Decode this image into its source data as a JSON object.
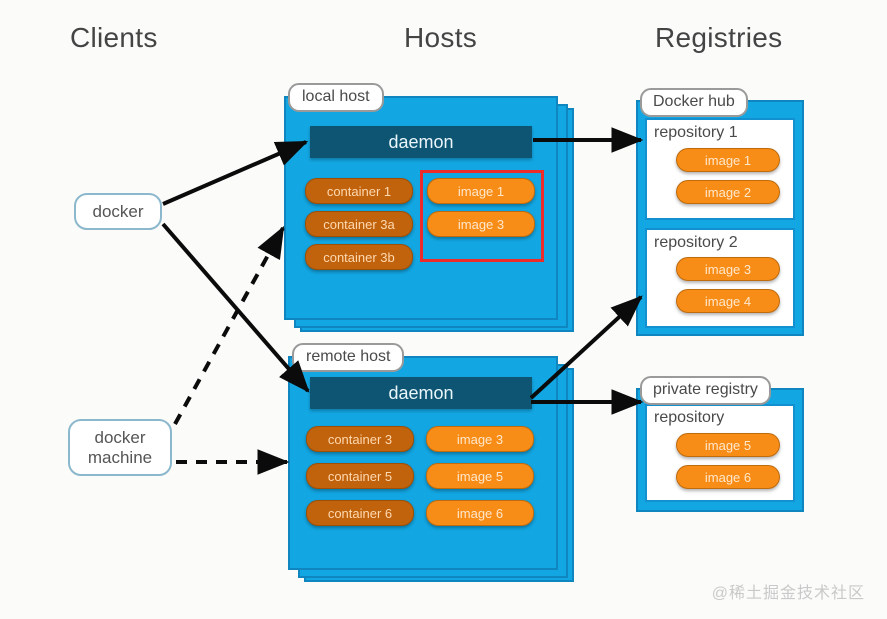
{
  "columns": {
    "clients": "Clients",
    "hosts": "Hosts",
    "registries": "Registries"
  },
  "clients": {
    "docker": "docker",
    "docker_machine_line1": "docker",
    "docker_machine_line2": "machine"
  },
  "hosts": [
    {
      "label": "local host",
      "daemon": "daemon",
      "containers": [
        "container 1",
        "container 3a",
        "container 3b"
      ],
      "images": [
        "image 1",
        "image 3"
      ],
      "highlighted_images": true
    },
    {
      "label": "remote host",
      "daemon": "daemon",
      "containers": [
        "container 3",
        "container 5",
        "container 6"
      ],
      "images": [
        "image 3",
        "image 5",
        "image 6"
      ],
      "highlighted_images": false
    }
  ],
  "registries": [
    {
      "label": "Docker hub",
      "repositories": [
        {
          "title": "repository 1",
          "images": [
            "image 1",
            "image 2"
          ]
        },
        {
          "title": "repository 2",
          "images": [
            "image 3",
            "image 4"
          ]
        }
      ]
    },
    {
      "label": "private registry",
      "repositories": [
        {
          "title": "repository",
          "images": [
            "image 5",
            "image 6"
          ]
        }
      ]
    }
  ],
  "colors": {
    "host_blue": "#12a6e2",
    "host_border": "#0f86c0",
    "daemon_teal": "#0d5572",
    "container_orange": "#c1620c",
    "image_orange": "#f78d16",
    "highlight_red": "#ee2b2b",
    "client_border": "#8bb8cc",
    "background": "#fbfbf9"
  },
  "watermark": "@稀土掘金技术社区"
}
